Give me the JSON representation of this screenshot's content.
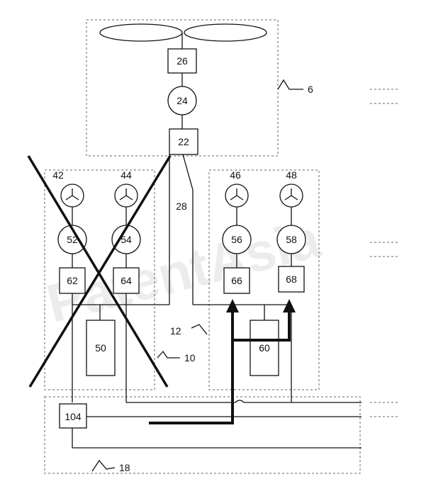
{
  "labels": {
    "rotor_module": "6",
    "left_module": "10",
    "bus": "12",
    "lower_module": "18",
    "gearbox": "26",
    "motor_main": "24",
    "converter_main": "22",
    "link_28": "28",
    "fan_42": "42",
    "fan_44": "44",
    "fan_46": "46",
    "fan_48": "48",
    "motor_52": "52",
    "motor_54": "54",
    "motor_56": "56",
    "motor_58": "58",
    "conv_62": "62",
    "conv_64": "64",
    "conv_66": "66",
    "conv_68": "68",
    "battery_50": "50",
    "battery_60": "60",
    "controller_104": "104"
  },
  "watermark": "PatentAsia",
  "colors": {
    "line": "#111111",
    "dashed": "#666666",
    "watermark": "#dedede"
  },
  "status": {
    "left_module_disabled": true
  }
}
